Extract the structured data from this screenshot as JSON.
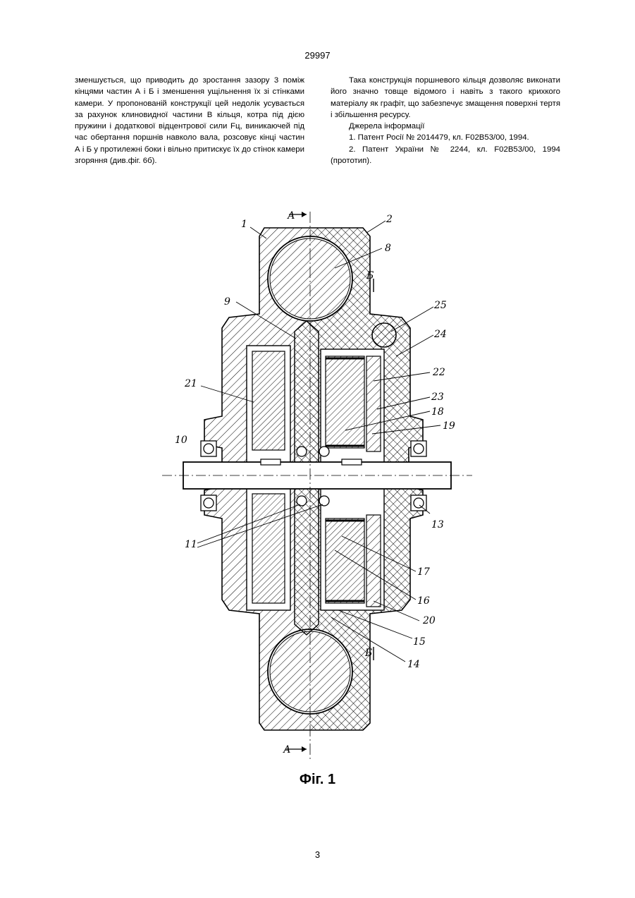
{
  "header": {
    "doc_number": "29997"
  },
  "left_column": {
    "text": "зменшується, що приводить до зростання зазору 3 поміж кінцями частин А і Б і зменшення ущільнення їх зі стінками камери. У пропонованій конструкції цей недолік усувається за рахунок клиновидної частини В кільця, котра під дією пружини і додаткової відцентрової сили Fц, виникаючей під час обертання поршнів навколо вала, розсовує кінці частин А і Б у протилежні боки і вільно притискує їх до стінок камери згоряння (див.фіг. 6б)."
  },
  "right_column": {
    "paragraph": "Така конструкція поршневого кільця дозволяє виконати його значно товще відомого і навіть з такого крихкого матеріалу як графіт, що забезпечує змащення поверхні тертя і збільшення ресурсу.",
    "sources_heading": "Джерела інформації",
    "sources": [
      "1. Патент Росії № 2014479, кл. F02B53/00, 1994.",
      "2. Патент України № 2244, кл. F02B53/00, 1994 (прототип)."
    ]
  },
  "figure": {
    "caption": "Фіг. 1",
    "section_labels": [
      "А",
      "А",
      "Б",
      "Б"
    ],
    "part_labels": [
      "1",
      "2",
      "8",
      "9",
      "25",
      "24",
      "22",
      "21",
      "23",
      "18",
      "19",
      "10",
      "13",
      "11",
      "17",
      "16",
      "20",
      "15",
      "14"
    ]
  },
  "footer": {
    "page_number": "3"
  }
}
